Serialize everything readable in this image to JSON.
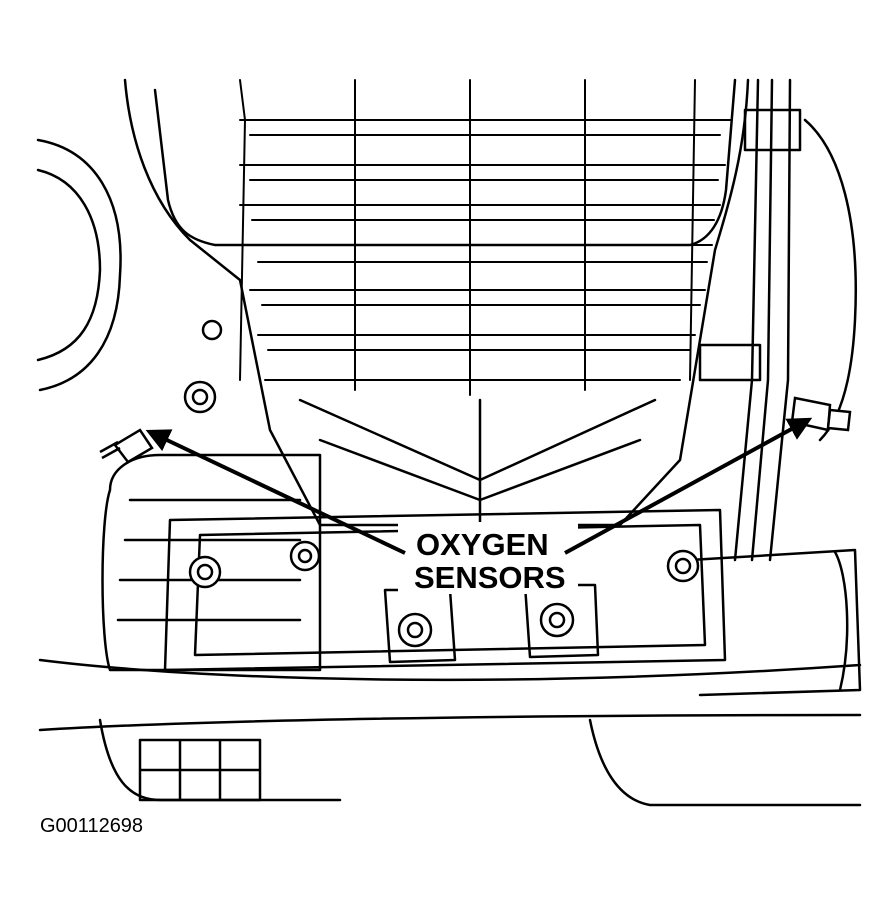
{
  "diagram": {
    "callout": {
      "line1": "OXYGEN",
      "line2": "SENSORS"
    },
    "figure_code": "G00112698",
    "colors": {
      "ink": "#000000",
      "paper": "#ffffff"
    },
    "callout_targets": [
      {
        "name": "left-oxygen-sensor"
      },
      {
        "name": "right-oxygen-sensor"
      }
    ]
  }
}
